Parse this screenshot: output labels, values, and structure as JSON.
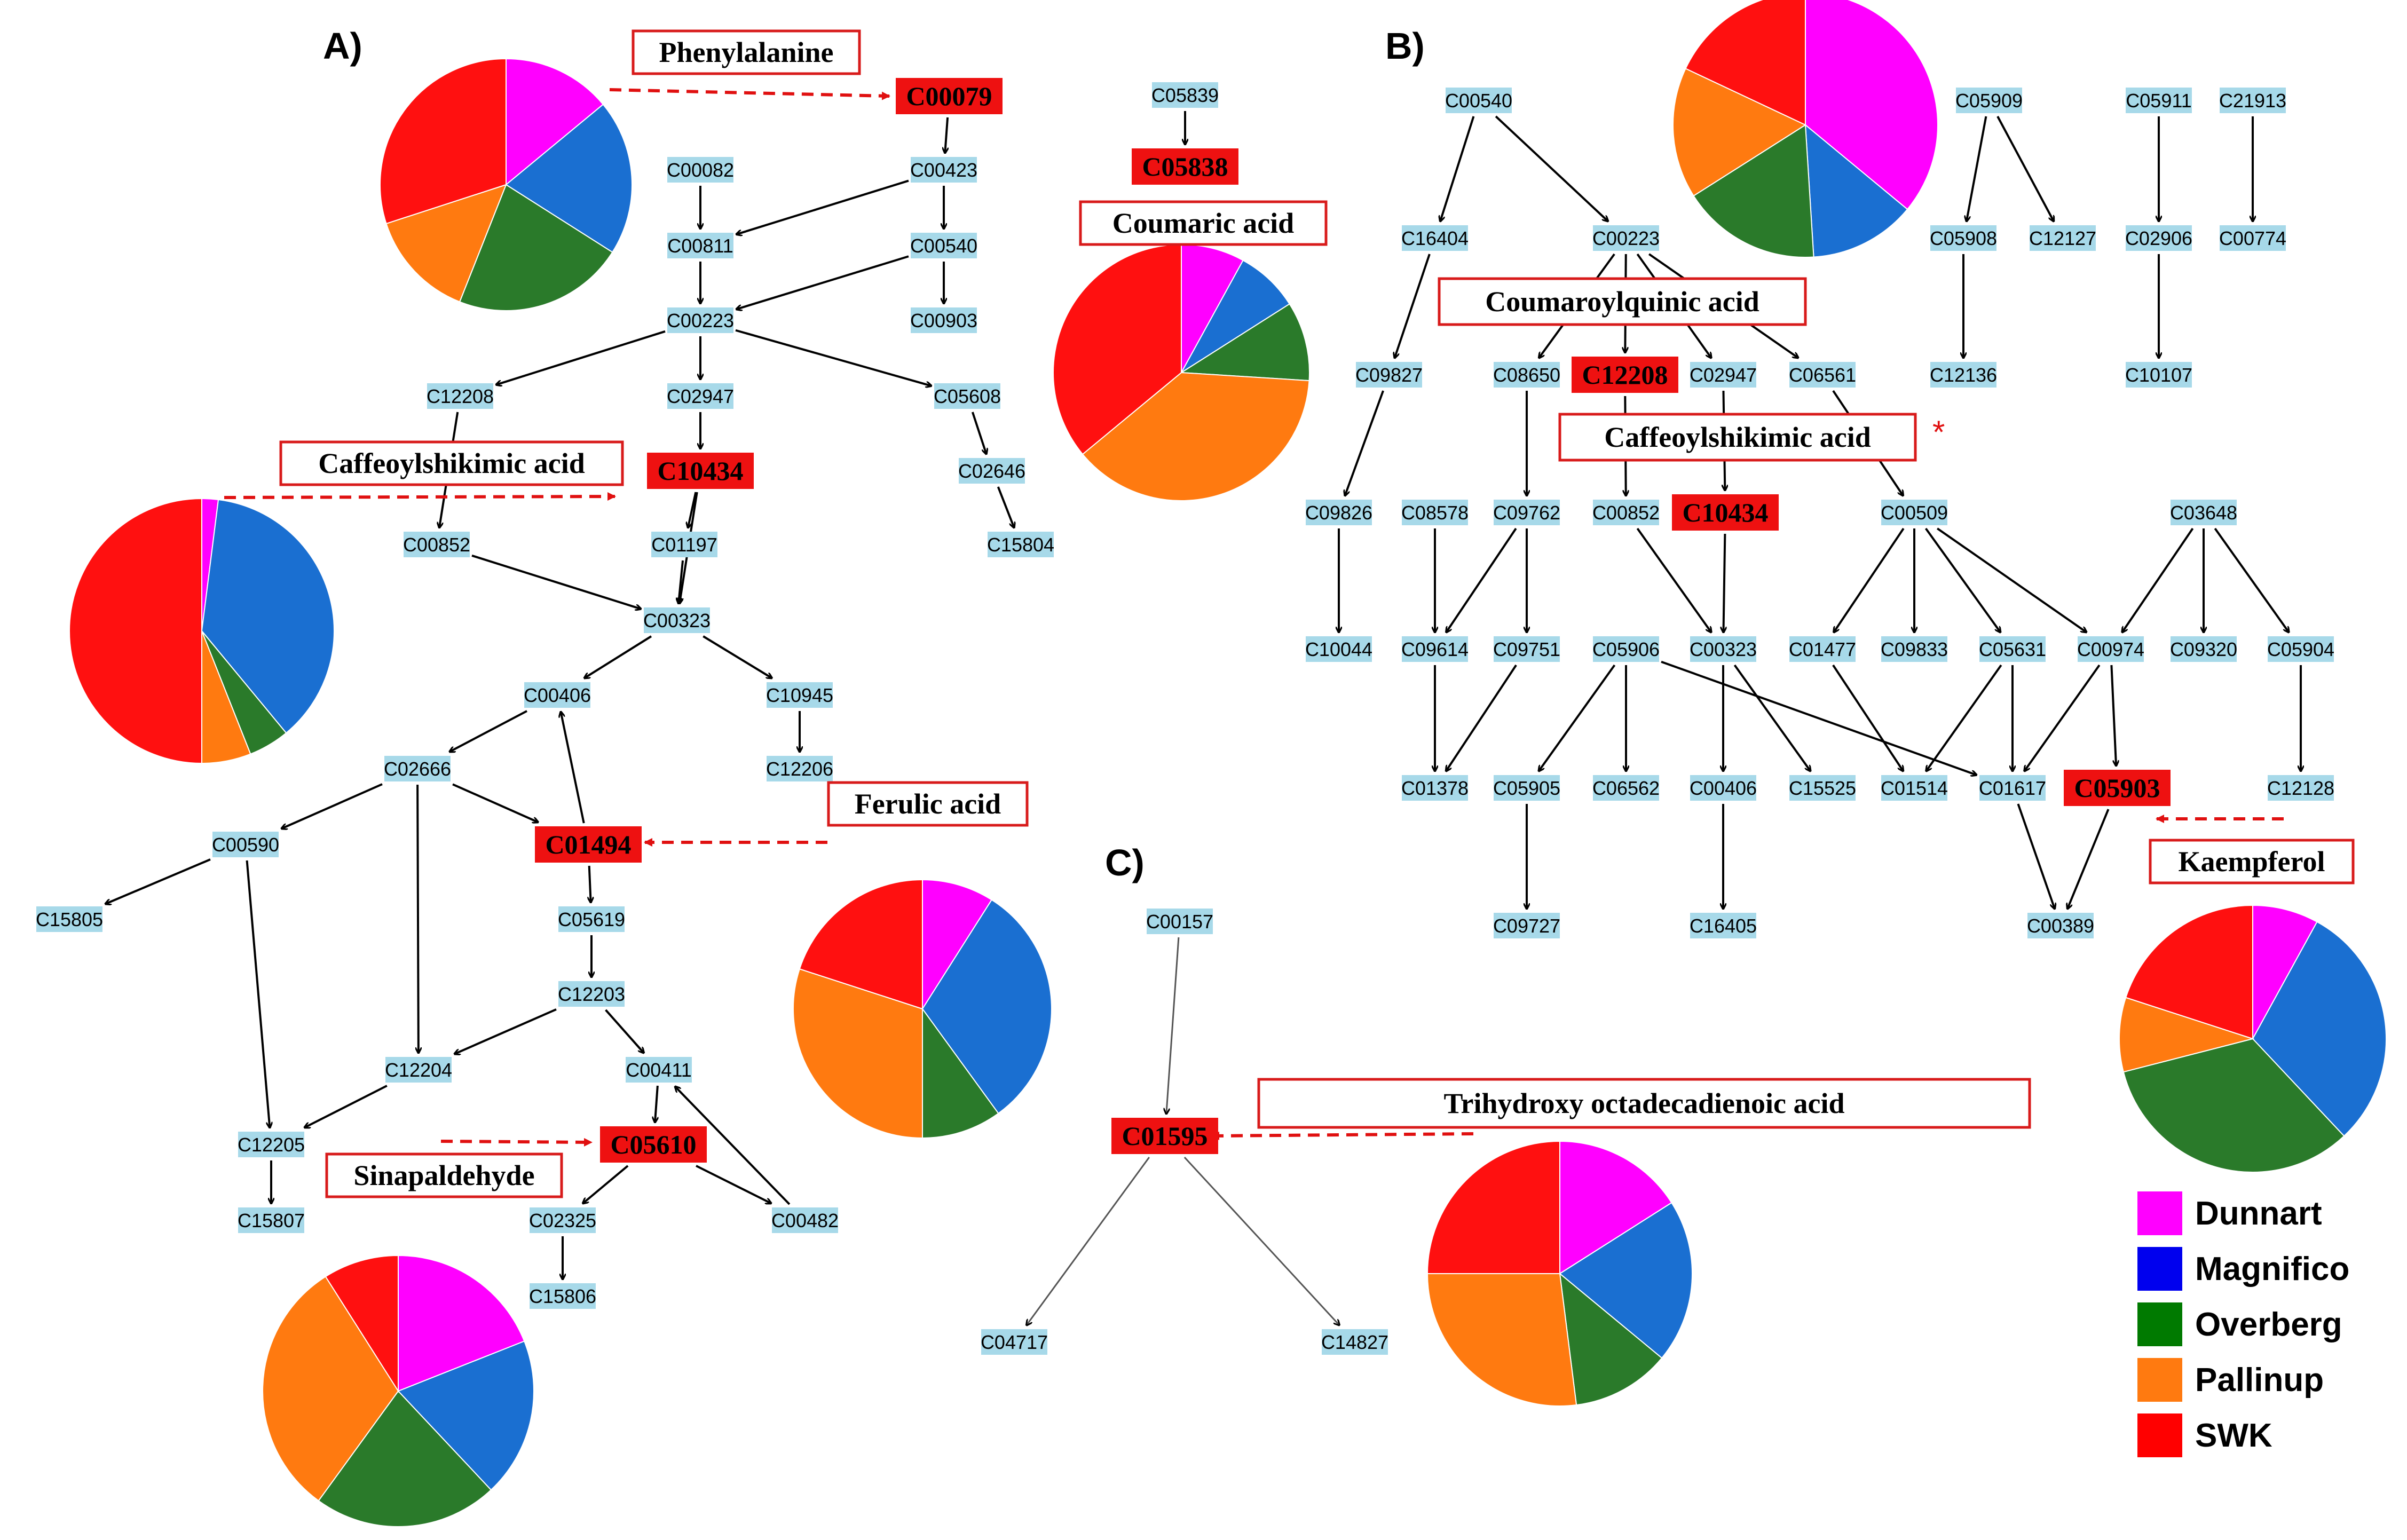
{
  "panels": {
    "a": "A)",
    "b": "B)",
    "c": "C)"
  },
  "colors": {
    "node_fill": "#a7d9e9",
    "node_highlight": "#ee1111",
    "label_border": "#d81b1b",
    "dunnart": "#ff00ff",
    "magnifico": "#1a6fd1",
    "overberg": "#2a7a2a",
    "pallinup": "#ff7a10",
    "swk": "#ff1010"
  },
  "legend": [
    {
      "name": "Dunnart",
      "color": "#ff00ff"
    },
    {
      "name": "Magnifico",
      "color": "#0000ee"
    },
    {
      "name": "Overberg",
      "color": "#007a00"
    },
    {
      "name": "Pallinup",
      "color": "#ff7a10"
    },
    {
      "name": "SWK",
      "color": "#ff0000"
    }
  ],
  "labels": {
    "phenylalanine": "Phenylalanine",
    "coumaric_acid": "Coumaric acid",
    "caffeoylshikimic_a": "Caffeoylshikimic acid",
    "ferulic_acid": "Ferulic acid",
    "sinapaldehyde": "Sinapaldehyde",
    "coumaroylquinic_acid": "Coumaroylquinic acid",
    "caffeoylshikimic_b": "Caffeoylshikimic acid",
    "kaempferol": "Kaempferol",
    "trihydroxy": "Trihydroxy octadecadienoic acid",
    "star": "*"
  },
  "nodes": {
    "a_C00079": "C00079",
    "a_C05839": "C05839",
    "a_C05838": "C05838",
    "a_C00082": "C00082",
    "a_C00423": "C00423",
    "a_C00811": "C00811",
    "a_C00540": "C00540",
    "a_C00903": "C00903",
    "a_C00223": "C00223",
    "a_C12208": "C12208",
    "a_C02947": "C02947",
    "a_C05608": "C05608",
    "a_C10434": "C10434",
    "a_C02646": "C02646",
    "a_C00852": "C00852",
    "a_C01197": "C01197",
    "a_C15804": "C15804",
    "a_C00323": "C00323",
    "a_C00406": "C00406",
    "a_C10945": "C10945",
    "a_C12206": "C12206",
    "a_C02666": "C02666",
    "a_C01494": "C01494",
    "a_C00590": "C00590",
    "a_C15805": "C15805",
    "a_C05619": "C05619",
    "a_C12203": "C12203",
    "a_C12204": "C12204",
    "a_C00411": "C00411",
    "a_C12205": "C12205",
    "a_C05610": "C05610",
    "a_C15807": "C15807",
    "a_C02325": "C02325",
    "a_C00482": "C00482",
    "a_C15806": "C15806",
    "b_C00540": "C00540",
    "b_C16404": "C16404",
    "b_C00223": "C00223",
    "b_C05909": "C05909",
    "b_C05911": "C05911",
    "b_C21913": "C21913",
    "b_C05908": "C05908",
    "b_C12127": "C12127",
    "b_C02906": "C02906",
    "b_C00774": "C00774",
    "b_C09827": "C09827",
    "b_C08650": "C08650",
    "b_C12208": "C12208",
    "b_C02947": "C02947",
    "b_C06561": "C06561",
    "b_C12136": "C12136",
    "b_C10107": "C10107",
    "b_C09826": "C09826",
    "b_C08578": "C08578",
    "b_C09762": "C09762",
    "b_C00852": "C00852",
    "b_C10434": "C10434",
    "b_C00509": "C00509",
    "b_C03648": "C03648",
    "b_C10044": "C10044",
    "b_C09614": "C09614",
    "b_C09751": "C09751",
    "b_C05906": "C05906",
    "b_C00323": "C00323",
    "b_C01477": "C01477",
    "b_C09833": "C09833",
    "b_C05631": "C05631",
    "b_C00974": "C00974",
    "b_C09320": "C09320",
    "b_C05904": "C05904",
    "b_C01378": "C01378",
    "b_C05905": "C05905",
    "b_C06562": "C06562",
    "b_C00406": "C00406",
    "b_C15525": "C15525",
    "b_C01514": "C01514",
    "b_C01617": "C01617",
    "b_C05903": "C05903",
    "b_C12128": "C12128",
    "b_C09727": "C09727",
    "b_C16405": "C16405",
    "b_C00389": "C00389",
    "c_C00157": "C00157",
    "c_C01595": "C01595",
    "c_C04717": "C04717",
    "c_C14827": "C14827"
  },
  "chart_data": [
    {
      "type": "pie",
      "id": "phenylalanine",
      "order": [
        "Dunnart",
        "Magnifico",
        "Overberg",
        "Pallinup",
        "SWK"
      ],
      "values": [
        14,
        20,
        22,
        14,
        30
      ]
    },
    {
      "type": "pie",
      "id": "coumaric_acid",
      "order": [
        "Dunnart",
        "Magnifico",
        "Overberg",
        "Pallinup",
        "SWK"
      ],
      "values": [
        8,
        8,
        10,
        38,
        36
      ]
    },
    {
      "type": "pie",
      "id": "caffeoylshikimic_a",
      "order": [
        "Dunnart",
        "Magnifico",
        "Overberg",
        "Pallinup",
        "SWK"
      ],
      "values": [
        2,
        37,
        5,
        6,
        50
      ]
    },
    {
      "type": "pie",
      "id": "ferulic_acid",
      "order": [
        "Dunnart",
        "Magnifico",
        "Overberg",
        "Pallinup",
        "SWK"
      ],
      "values": [
        9,
        31,
        10,
        30,
        20
      ]
    },
    {
      "type": "pie",
      "id": "sinapaldehyde",
      "order": [
        "Dunnart",
        "Magnifico",
        "Overberg",
        "Pallinup",
        "SWK"
      ],
      "values": [
        19,
        19,
        22,
        31,
        9
      ]
    },
    {
      "type": "pie",
      "id": "caffeoylshikimic_b",
      "order": [
        "Dunnart",
        "Magnifico",
        "Overberg",
        "Pallinup",
        "SWK"
      ],
      "values": [
        36,
        13,
        17,
        16,
        18
      ]
    },
    {
      "type": "pie",
      "id": "trihydroxy",
      "order": [
        "Dunnart",
        "Magnifico",
        "Overberg",
        "Pallinup",
        "SWK"
      ],
      "values": [
        16,
        20,
        12,
        27,
        25
      ]
    },
    {
      "type": "pie",
      "id": "kaempferol",
      "order": [
        "Dunnart",
        "Magnifico",
        "Overberg",
        "Pallinup",
        "SWK"
      ],
      "values": [
        8,
        30,
        33,
        9,
        20
      ]
    }
  ]
}
